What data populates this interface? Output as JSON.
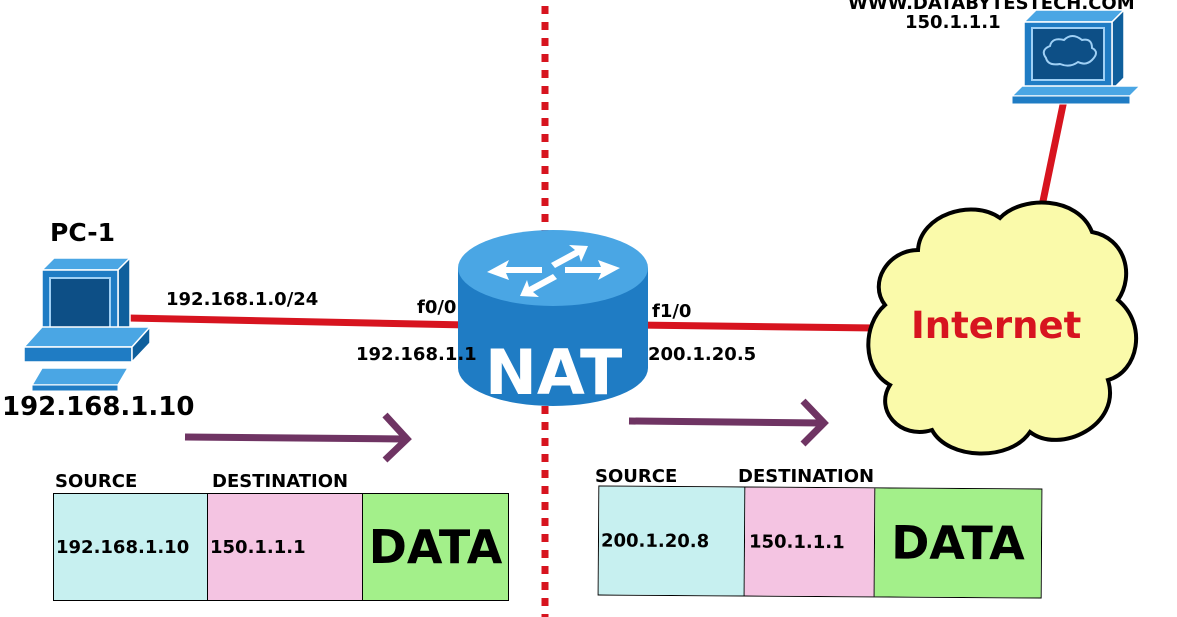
{
  "server": {
    "url": "WWW.DATABYTESTECH.COM",
    "ip": "150.1.1.1"
  },
  "pc": {
    "name": "PC-1",
    "ip": "192.168.1.10",
    "network": "192.168.1.0/24"
  },
  "router": {
    "label": "NAT",
    "inside_interface": "f0/0",
    "inside_ip": "192.168.1.1",
    "outside_interface": "f1/0",
    "outside_ip": "200.1.20.5"
  },
  "internet": {
    "label": "Internet"
  },
  "packet_before": {
    "source_label": "SOURCE",
    "destination_label": "DESTINATION",
    "source": "192.168.1.10",
    "destination": "150.1.1.1",
    "data": "DATA"
  },
  "packet_after": {
    "source_label": "SOURCE",
    "destination_label": "DESTINATION",
    "source": "200.1.20.8",
    "destination": "150.1.1.1",
    "data": "DATA"
  },
  "colors": {
    "link": "#d7141f",
    "arrow": "#6f3463",
    "device": "#1f7cc4",
    "cloud": "#fafaaa",
    "source_cell": "#c7f0f0",
    "dest_cell": "#f4c4e2",
    "data_cell": "#a3f08a"
  }
}
